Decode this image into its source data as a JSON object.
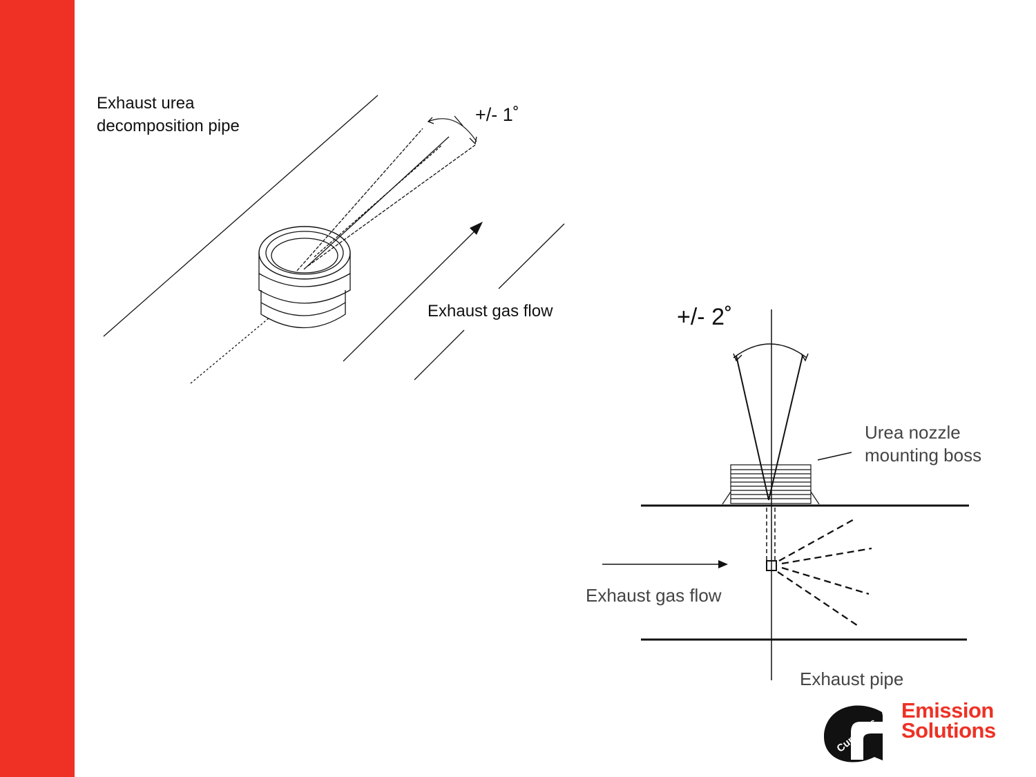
{
  "diagram_left": {
    "pipe_label_line1": "Exhaust urea",
    "pipe_label_line2": "decomposition pipe",
    "angle_label": "+/- 1˚",
    "flow_label": "Exhaust gas flow"
  },
  "diagram_right": {
    "angle_label": "+/- 2˚",
    "boss_label_line1": "Urea nozzle",
    "boss_label_line2": "mounting boss",
    "flow_label": "Exhaust gas flow",
    "pipe_label": "Exhaust pipe"
  },
  "logo": {
    "brand": "Cummins",
    "line1": "Emission",
    "line2": "Solutions"
  },
  "colors": {
    "accent": "#ee3124",
    "ink": "#111111"
  }
}
